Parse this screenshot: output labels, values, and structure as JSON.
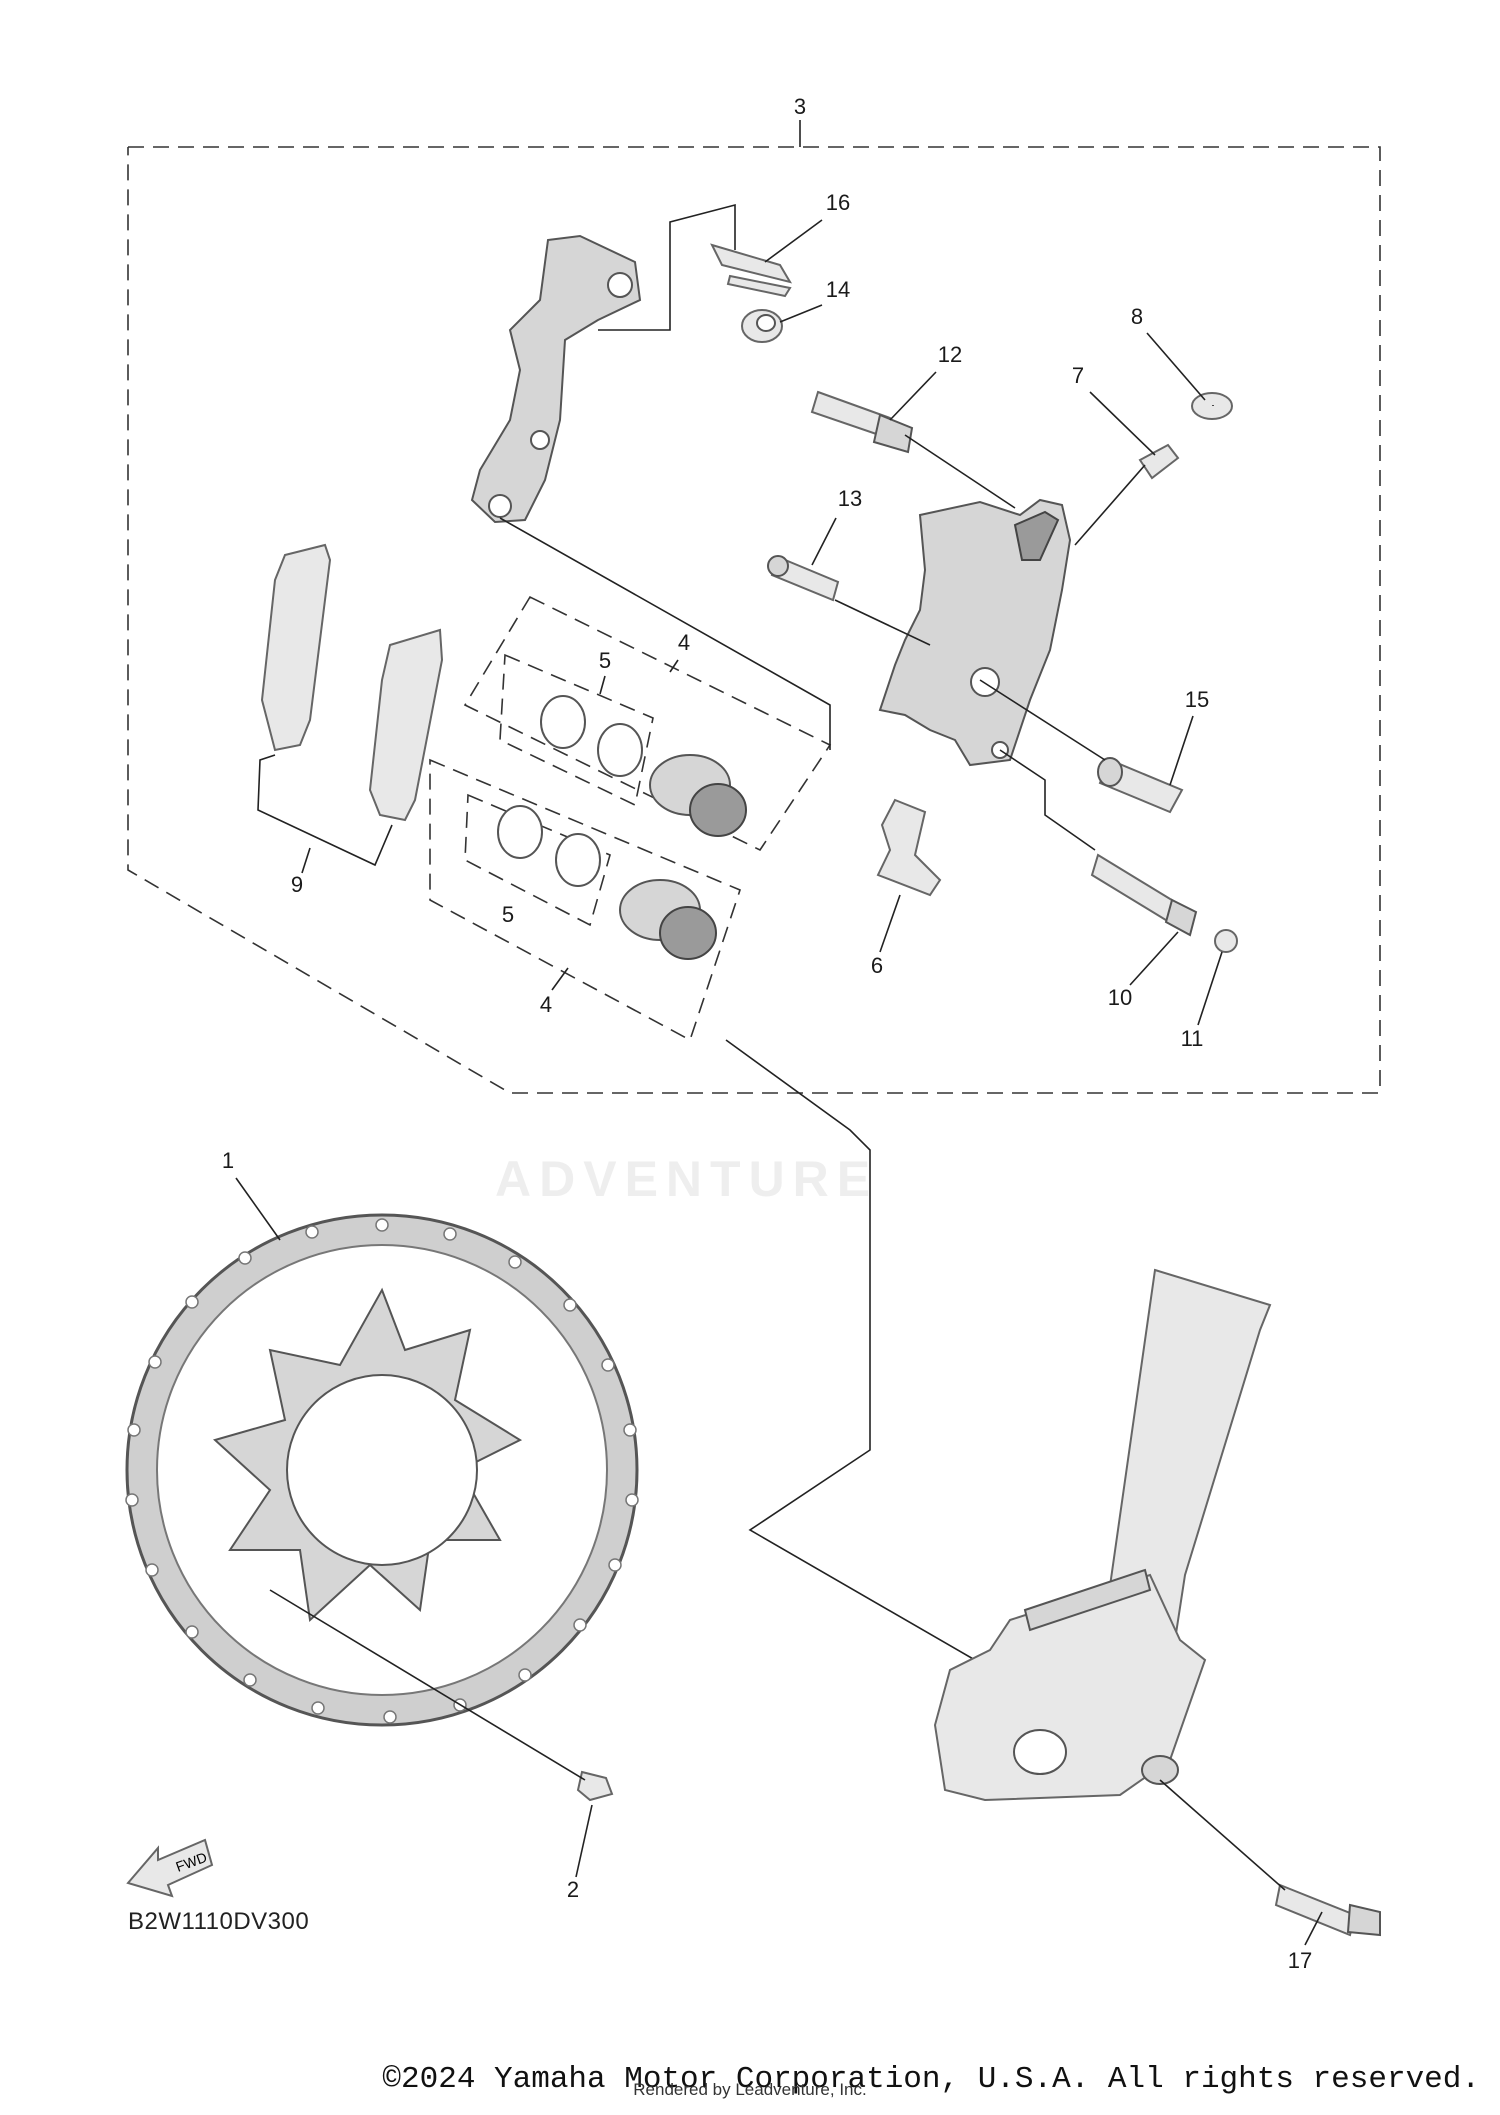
{
  "callouts": {
    "c1": "1",
    "c2": "2",
    "c3": "3",
    "c4a": "4",
    "c4b": "4",
    "c5a": "5",
    "c5b": "5",
    "c6": "6",
    "c7": "7",
    "c8": "8",
    "c9": "9",
    "c10": "10",
    "c11": "11",
    "c12": "12",
    "c13": "13",
    "c14": "14",
    "c15": "15",
    "c16": "16",
    "c17": "17"
  },
  "fwd_label": "FWD",
  "diagram_code": "B2W1110DV300",
  "watermark": "ADVENTURE",
  "copyright": "©2024 Yamaha Motor Corporation, U.S.A. All rights reserved.",
  "rendered_by": "Rendered by Leadventure, Inc."
}
